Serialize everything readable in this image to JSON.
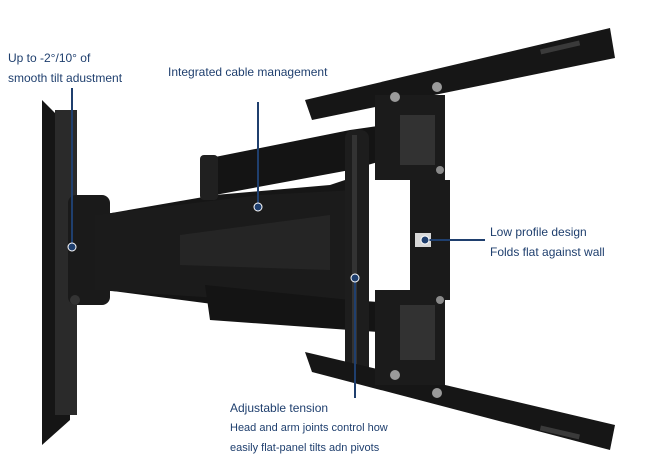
{
  "callouts": {
    "tilt": {
      "line1": "Up to -2°/10° of",
      "line2": "smooth tilt adustment"
    },
    "cable": {
      "line1": "Integrated cable management"
    },
    "profile": {
      "line1": "Low profile design",
      "line2": "Folds flat against wall"
    },
    "tension": {
      "line1": "Adjustable tension",
      "line2": "Head and arm joints control how",
      "line3": "easily flat-panel tilts adn pivots"
    }
  },
  "colors": {
    "label_text": "#1f3f6e",
    "callout_line": "#1f3f6e",
    "metal": "#111111"
  }
}
